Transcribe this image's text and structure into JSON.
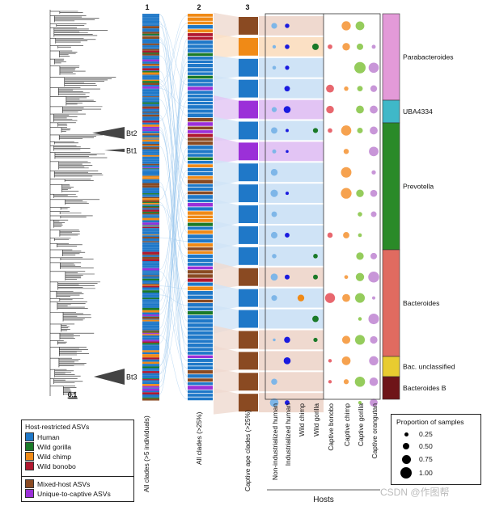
{
  "columns": {
    "c1": "1",
    "c2": "2",
    "c3": "3"
  },
  "tree": {
    "scale": "0.1",
    "labels": [
      "Bt2",
      "Bt1",
      "Bt3"
    ]
  },
  "axis_labels": {
    "c1": "All clades (>5 individuals)",
    "c2": "All clades (>25%)",
    "c3": "Captive ape clades (>25%)"
  },
  "hosts_title": "Hosts",
  "hosts": [
    "Non-industrialized human",
    "Industrialized human",
    "Wild chimp",
    "Wild gorilla",
    "Captive bonobo",
    "Captive chimp",
    "Captive gorilla",
    "Captive orangutan"
  ],
  "genera": [
    "Parabacteroides",
    "UBA4334",
    "Prevotella",
    "Bacteroides",
    "Bac. unclassified",
    "Bacteroides B"
  ],
  "legend": {
    "header1": "Host-restricted ASVs",
    "items1": [
      {
        "label": "Human",
        "color": "#1f78c8"
      },
      {
        "label": "Wild gorilla",
        "color": "#1a7a28"
      },
      {
        "label": "Wild chimp",
        "color": "#f08a16"
      },
      {
        "label": "Wild bonobo",
        "color": "#b01830"
      }
    ],
    "items2": [
      {
        "label": "Mixed-host ASVs",
        "color": "#8a4a22"
      },
      {
        "label": "Unique-to-captive ASVs",
        "color": "#9b30d8"
      }
    ]
  },
  "size_legend": {
    "title": "Proportion of samples",
    "values": [
      "0.25",
      "0.50",
      "0.75",
      "1.00"
    ]
  },
  "watermark": "CSDN @作图帮",
  "colors": {
    "human": "#1f78c8",
    "gorilla": "#1a7a28",
    "chimp": "#f08a16",
    "bonobo": "#b01830",
    "mixed": "#8a4a22",
    "captive": "#9b30d8"
  }
}
